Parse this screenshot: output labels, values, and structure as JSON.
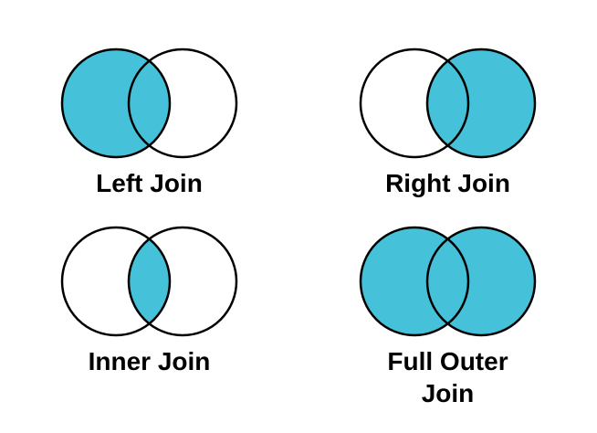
{
  "page": {
    "background": "#ffffff"
  },
  "colors": {
    "background": "#ffffff",
    "fill": "#45C2D9",
    "stroke": "#000000",
    "label": "#000000"
  },
  "diagrams": [
    {
      "id": "left-join",
      "label": "Left Join",
      "filled_region": "left circle including intersection",
      "left_fill": "#45C2D9",
      "right_fill": "none",
      "intersection_fill": "none"
    },
    {
      "id": "right-join",
      "label": "Right Join",
      "filled_region": "right circle including intersection",
      "left_fill": "none",
      "right_fill": "#45C2D9",
      "intersection_fill": "none"
    },
    {
      "id": "inner-join",
      "label": "Inner Join",
      "filled_region": "intersection only",
      "left_fill": "none",
      "right_fill": "none",
      "intersection_fill": "#45C2D9"
    },
    {
      "id": "full-outer-join",
      "label": "Full Outer\nJoin",
      "filled_region": "both circles including intersection",
      "left_fill": "#45C2D9",
      "right_fill": "#45C2D9",
      "intersection_fill": "none"
    }
  ]
}
